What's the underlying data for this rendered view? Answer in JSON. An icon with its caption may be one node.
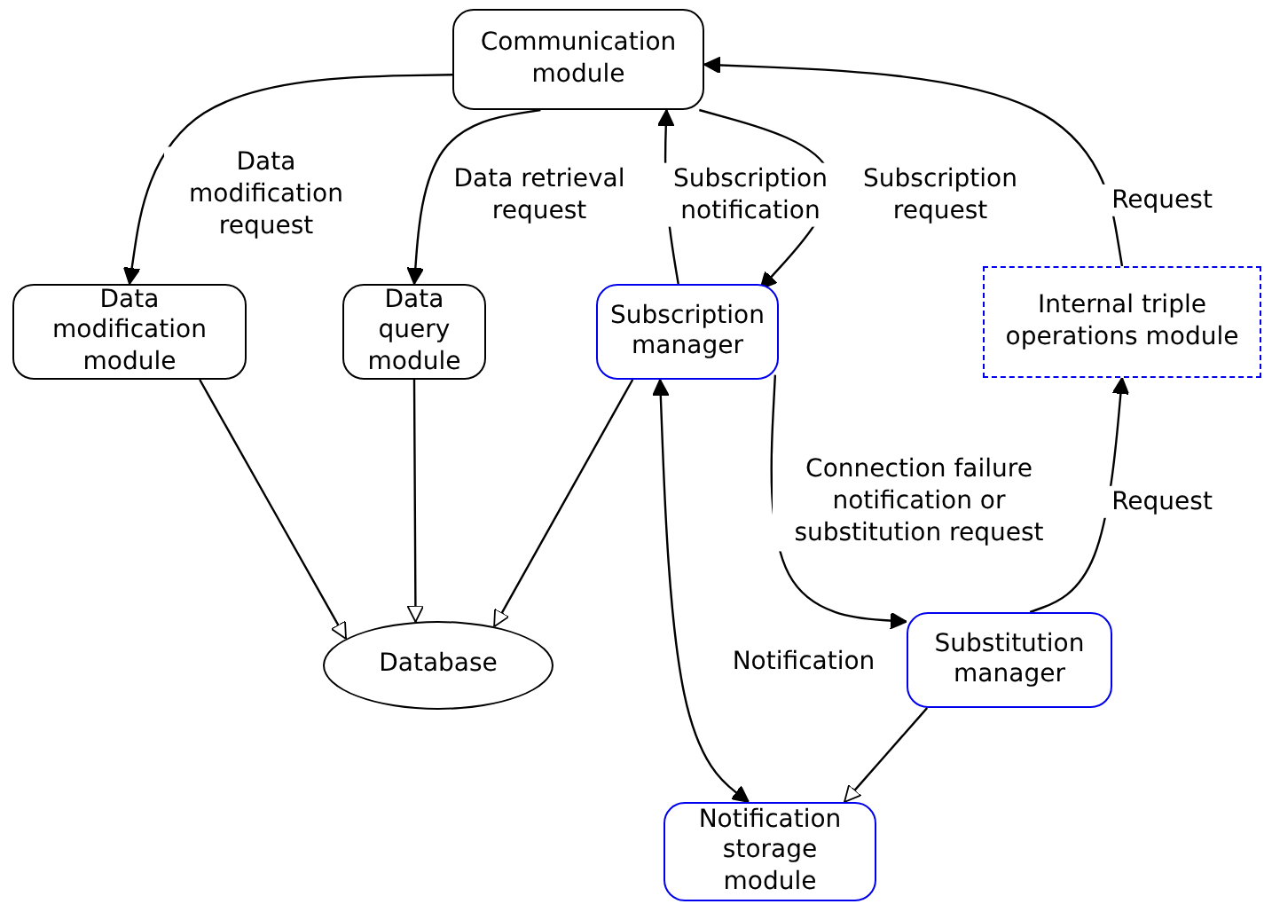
{
  "diagram": {
    "nodes": [
      {
        "text": [
          "Communication module"
        ]
      },
      {
        "text": [
          "Data modification module"
        ]
      },
      {
        "text": [
          "Data query module"
        ]
      },
      {
        "text": [
          "Subscription manager"
        ]
      },
      {
        "text": [
          "Internal triple operations module"
        ]
      },
      {
        "text": [
          "Database"
        ]
      },
      {
        "text": [
          "Substitution manager"
        ]
      },
      {
        "text": [
          "Notification storage module"
        ]
      }
    ],
    "edges": [
      {
        "from": 0,
        "to": 1,
        "arrow": "to",
        "label": "Data modification request"
      },
      {
        "from": 0,
        "to": 2,
        "arrow": "to",
        "label": "Data retrieval request"
      },
      {
        "from": 3,
        "to": 0,
        "arrow": "to",
        "label": "Subscription notification"
      },
      {
        "from": 0,
        "to": 3,
        "arrow": "to",
        "label": "Subscription request"
      },
      {
        "from": 4,
        "to": 0,
        "arrow": "to",
        "label": "Request"
      },
      {
        "from": 1,
        "to": 5,
        "arrow": "to"
      },
      {
        "from": 2,
        "to": 5,
        "arrow": "to"
      },
      {
        "from": 3,
        "to": 5,
        "arrow": "to"
      },
      {
        "from": 3,
        "to": 6,
        "arrow": "to",
        "label": "Connection failure notification or substitution request"
      },
      {
        "from": 6,
        "to": 4,
        "arrow": "to",
        "label": "Request"
      },
      {
        "from": 3,
        "to": 7,
        "arrow": "both",
        "label": "Notification"
      },
      {
        "from": 6,
        "to": 7,
        "arrow": "to"
      }
    ]
  }
}
